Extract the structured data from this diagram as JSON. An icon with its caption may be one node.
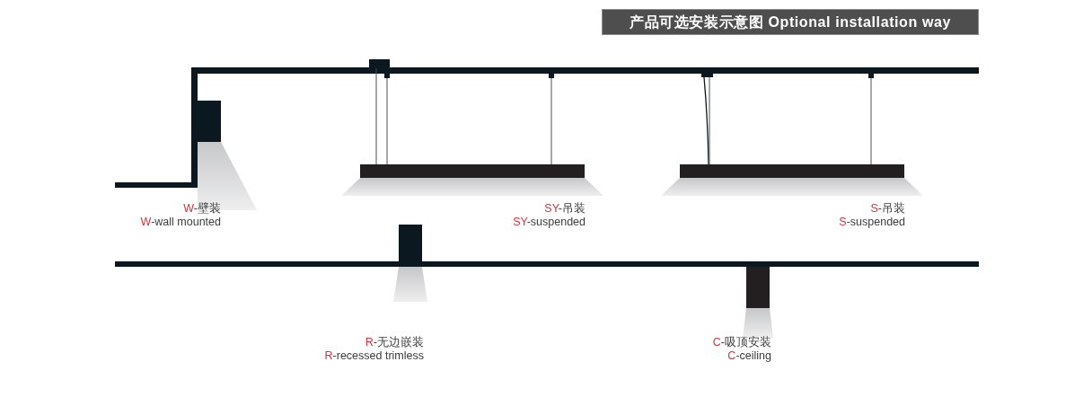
{
  "diagram": {
    "title": "产品可选安装示意图 Optional installation way",
    "labels": [
      "W-壁装",
      "W-wall mounted",
      "SY-吊装",
      "SY-suspended",
      "S-吊装",
      "S-suspended",
      "R-无边嵌装",
      "R-recessed trimless",
      "C-吸顶安装",
      "C-ceiling"
    ]
  }
}
